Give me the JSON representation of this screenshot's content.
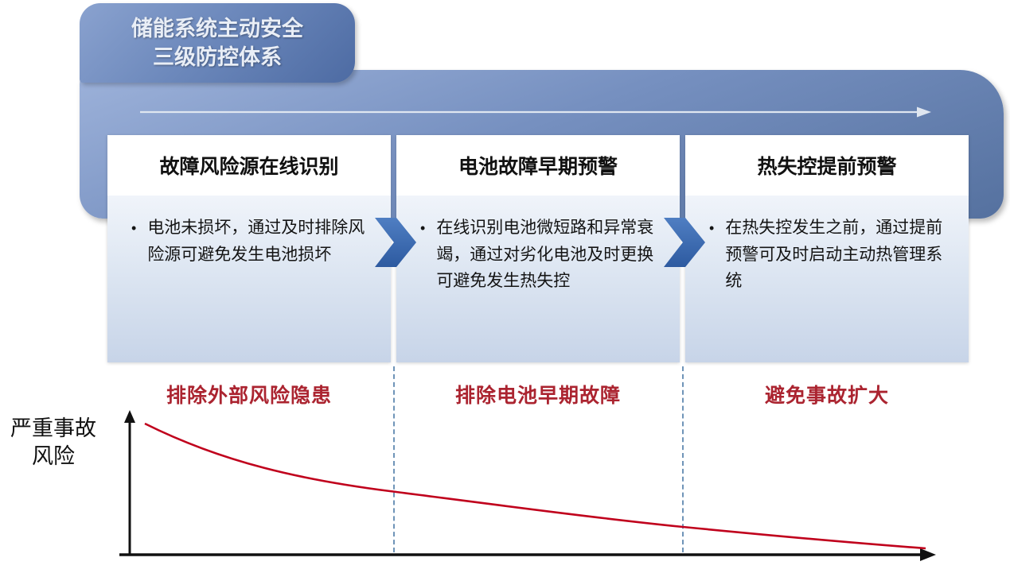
{
  "banner": {
    "title_line1": "储能系统主动安全",
    "title_line2": "三级防控体系"
  },
  "stages": [
    {
      "title": "故障风险源在线识别",
      "bullet": "电池未损坏，通过及时排除风险源可避免发生电池损坏",
      "outcome": "排除外部风险隐患"
    },
    {
      "title": "电池故障早期预警",
      "bullet": "在线识别电池微短路和异常衰竭，通过对劣化电池及时更换可避免发生热失控",
      "outcome": "排除电池早期故障"
    },
    {
      "title": "热失控提前预警",
      "bullet": "在热失控发生之前，通过提前预警可及时启动主动热管理系统",
      "outcome": "避免事故扩大"
    }
  ],
  "chart": {
    "y_axis_label_line1": "严重事故",
    "y_axis_label_line2": "风险",
    "curve_meaning": "严重事故风险随三级防控逐级降低",
    "curve_color": "#c0001c"
  },
  "colors": {
    "band_blue_dark": "#55719f",
    "band_blue_light": "#9db2da",
    "chevron_blue": "#2d5aa0",
    "outcome_red": "#ab2430",
    "dashed_separator": "#6f94b8"
  }
}
